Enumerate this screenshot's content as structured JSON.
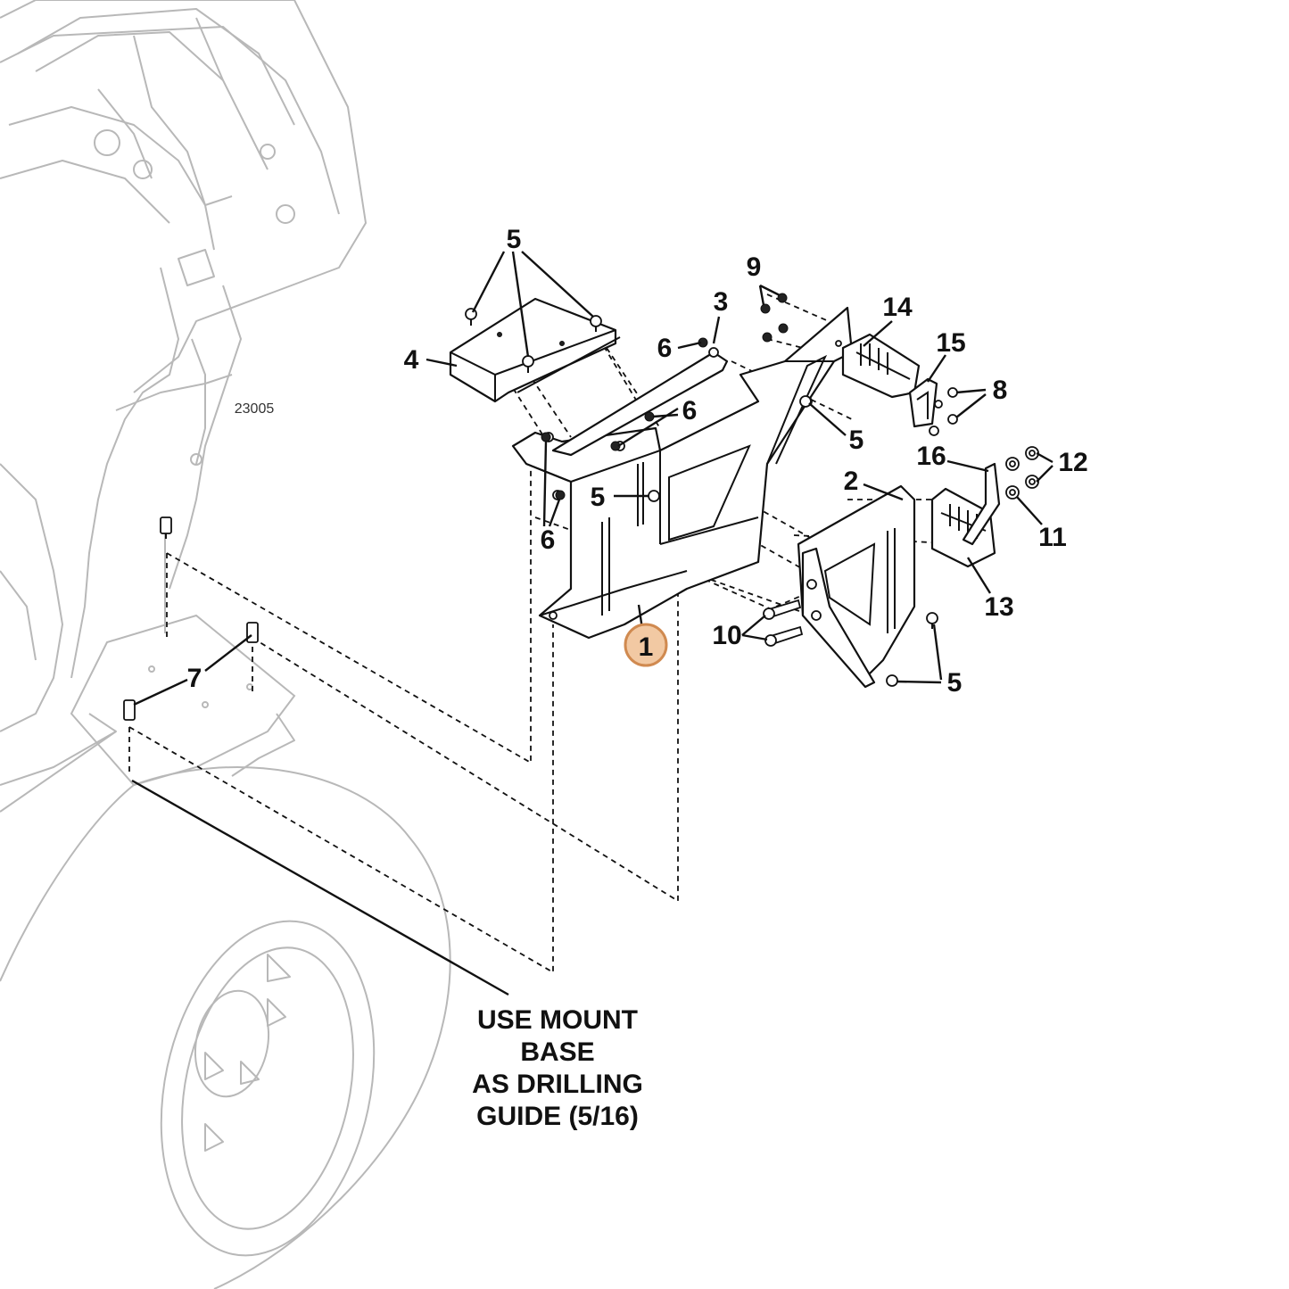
{
  "figure_number": "23005",
  "callouts": [
    "1",
    "2",
    "3",
    "4",
    "5",
    "5",
    "5",
    "5",
    "6",
    "6",
    "6",
    "7",
    "8",
    "9",
    "10",
    "11",
    "12",
    "13",
    "14",
    "15",
    "16"
  ],
  "highlighted_callout": "1",
  "note_lines": [
    "USE MOUNT",
    "BASE",
    "AS DRILLING",
    "GUIDE (5/16)"
  ],
  "colors": {
    "highlight_fill": "#f2c9a3",
    "highlight_stroke": "#d08a50",
    "background_art": "#b8b8b8",
    "line_art": "#111111"
  }
}
